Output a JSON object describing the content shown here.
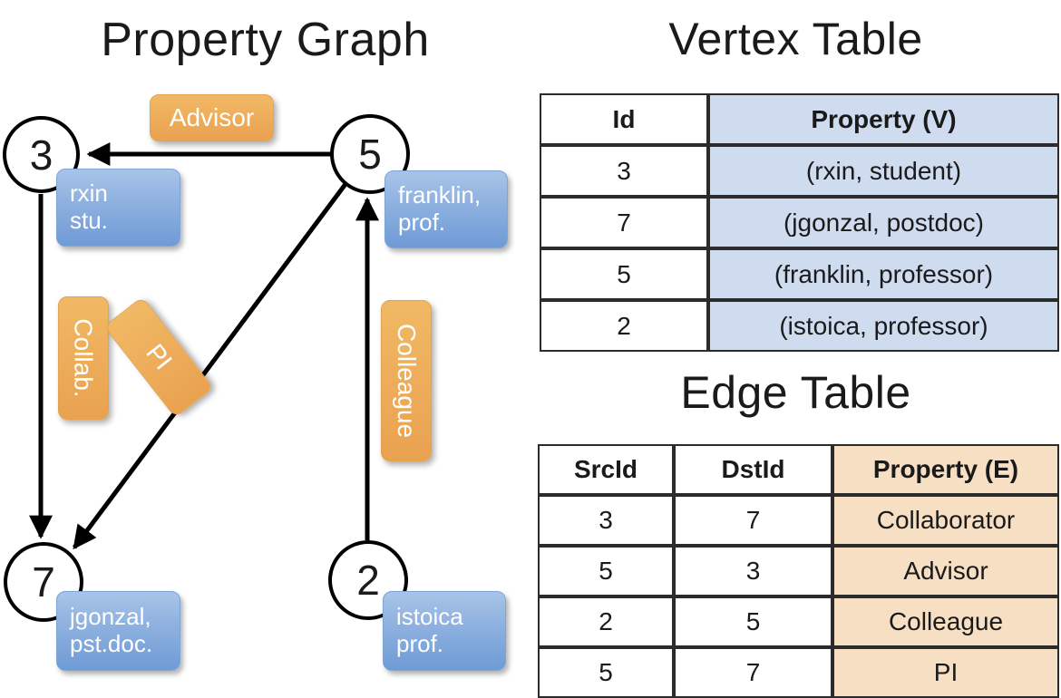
{
  "titles": {
    "property_graph": "Property Graph",
    "vertex_table": "Vertex Table",
    "edge_table": "Edge Table"
  },
  "colors": {
    "node_blue_box": "#8db0df",
    "edge_orange_box": "#eead5b",
    "vertex_table_prop_cell": "#cfdcef",
    "edge_table_prop_cell": "#f7dfc3",
    "stroke": "#000000",
    "background": "#ffffff"
  },
  "graph": {
    "nodes": [
      {
        "id": "3",
        "property_line1": "rxin",
        "property_line2": "stu."
      },
      {
        "id": "5",
        "property_line1": "franklin,",
        "property_line2": "prof."
      },
      {
        "id": "7",
        "property_line1": "jgonzal,",
        "property_line2": "pst.doc."
      },
      {
        "id": "2",
        "property_line1": "istoica",
        "property_line2": "prof."
      }
    ],
    "edge_labels": [
      {
        "name": "advisor",
        "text": "Advisor"
      },
      {
        "name": "collab",
        "text": "Collab."
      },
      {
        "name": "pi",
        "text": "PI"
      },
      {
        "name": "colleague",
        "text": "Colleague"
      }
    ]
  },
  "vertex_table": {
    "headers": [
      "Id",
      "Property (V)"
    ],
    "rows": [
      {
        "id": "3",
        "property": "(rxin, student)"
      },
      {
        "id": "7",
        "property": "(jgonzal, postdoc)"
      },
      {
        "id": "5",
        "property": "(franklin, professor)"
      },
      {
        "id": "2",
        "property": "(istoica, professor)"
      }
    ]
  },
  "edge_table": {
    "headers": [
      "SrcId",
      "DstId",
      "Property (E)"
    ],
    "rows": [
      {
        "src": "3",
        "dst": "7",
        "property": "Collaborator"
      },
      {
        "src": "5",
        "dst": "3",
        "property": "Advisor"
      },
      {
        "src": "2",
        "dst": "5",
        "property": "Colleague"
      },
      {
        "src": "5",
        "dst": "7",
        "property": "PI"
      }
    ]
  }
}
